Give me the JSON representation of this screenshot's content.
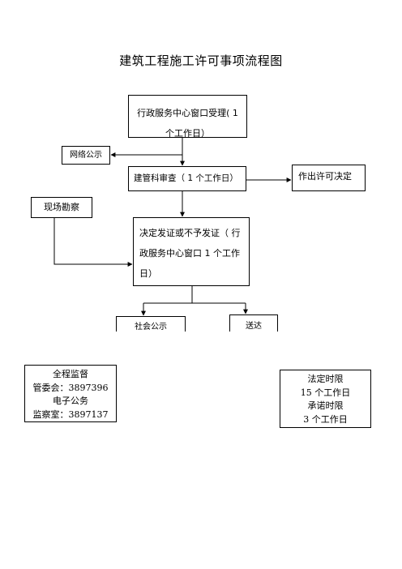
{
  "title": "建筑工程施工许可事项流程图",
  "nodes": {
    "window_accept": {
      "line1": "行政服务中心窗口受理( 1",
      "line2": "个工作日）"
    },
    "online_publicity": {
      "label": "网络公示"
    },
    "review": {
      "label": "建管科审查（ 1 个工作日）"
    },
    "permit_decision": {
      "label": "作出许可决定"
    },
    "site_survey": {
      "label": "现场勘察"
    },
    "issue_decision": {
      "line1": "决定发证或不予发证（ 行",
      "line2": "政服务中心窗口 1 个工作",
      "line3": "日）"
    },
    "publicity": {
      "label": "社会公示"
    },
    "delivery": {
      "label": "送达"
    }
  },
  "supervision": {
    "heading": "全程监督",
    "line1": "管委会：3897396",
    "line2": "电子公务",
    "line3": "监察室：3897137"
  },
  "time_limits": {
    "line1": "法定时限",
    "line2": "15 个工作日",
    "line3": "承诺时限",
    "line4": "3 个工作日"
  }
}
